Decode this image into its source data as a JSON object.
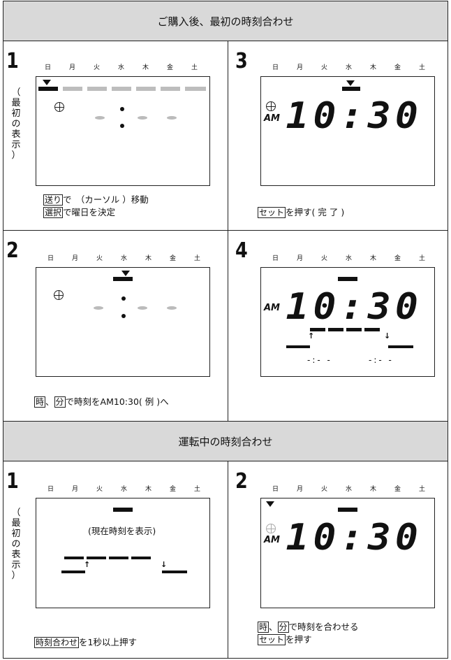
{
  "section1": {
    "title": "ご購入後、最初の時刻合わせ",
    "step1": {
      "num": "1",
      "side_label": "（最初の表示）",
      "caption1_key": "送り",
      "caption1_text": "で　（カーソル ）移動",
      "caption2_key": "選択",
      "caption2_text": "で曜日を決定"
    },
    "step2": {
      "num": "2",
      "caption_key1": "時",
      "caption_sep": "、",
      "caption_key2": "分",
      "caption_text": "で時刻をAM10:30( 例 )へ"
    },
    "step3": {
      "num": "3",
      "time": "10:30",
      "ampm": "AM",
      "caption_key": "セット",
      "caption_text": "を押す( 完 了 )"
    },
    "step4": {
      "num": "4",
      "time": "10:30",
      "ampm": "AM",
      "dash_left": "-:- -",
      "dash_right": "-:- -"
    }
  },
  "section2": {
    "title": "運転中の時刻合わせ",
    "step1": {
      "num": "1",
      "side_label": "（最初の表示）",
      "center_text": "(現在時刻を表示)",
      "caption_key": "時刻合わせ",
      "caption_text": "を1秒以上押す"
    },
    "step2": {
      "num": "2",
      "time": "10:30",
      "ampm": "AM",
      "caption1_key1": "時",
      "caption1_sep": "、",
      "caption1_key2": "分",
      "caption1_text": "で時刻を合わせる",
      "caption2_key": "セット",
      "caption2_text": "を押す"
    }
  },
  "days": [
    "日",
    "月",
    "火",
    "水",
    "木",
    "金",
    "土"
  ]
}
